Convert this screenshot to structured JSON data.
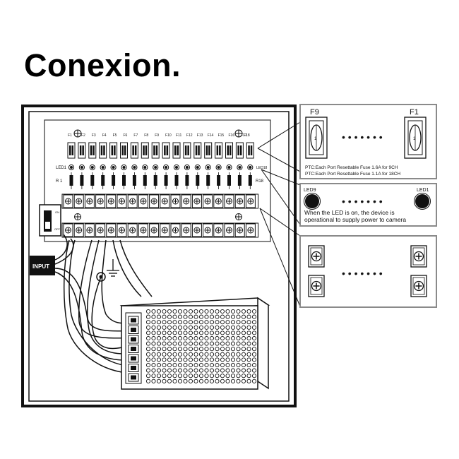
{
  "title": "Conexion.",
  "board": {
    "fuse_labels": [
      "F1",
      "F2",
      "F3",
      "F4",
      "F5",
      "F6",
      "F7",
      "F8",
      "F9",
      "F10",
      "F11",
      "F12",
      "F13",
      "F14",
      "F15",
      "F16",
      "F17",
      "F18"
    ],
    "led_first": "LED1",
    "led_last": "LED18",
    "r_first": "R 1",
    "r_last": "R18",
    "input_label": "INPUT",
    "switch_on": "ON",
    "switch_off": "OFF"
  },
  "callouts": {
    "fuse": {
      "left_label": "F9",
      "right_label": "F1",
      "dots": "• • • • • • •",
      "line1": "PTC:Each Port Resettable Fuse 1.6A for 9CH",
      "line2": "PTC:Each Port Resettable Fuse 1.1A for 18CH"
    },
    "led": {
      "left_label": "LED9",
      "right_label": "LED1",
      "dots": "• • • • • • •",
      "line1": "When the LED is on, the device is",
      "line2": "operational to supply power to camera"
    },
    "terminal": {
      "dots": "• • • • • • •"
    }
  },
  "colors": {
    "ink": "#111111",
    "panel": "#ffffff",
    "callout_border": "#8a8a8a",
    "led_fill": "#111111"
  }
}
